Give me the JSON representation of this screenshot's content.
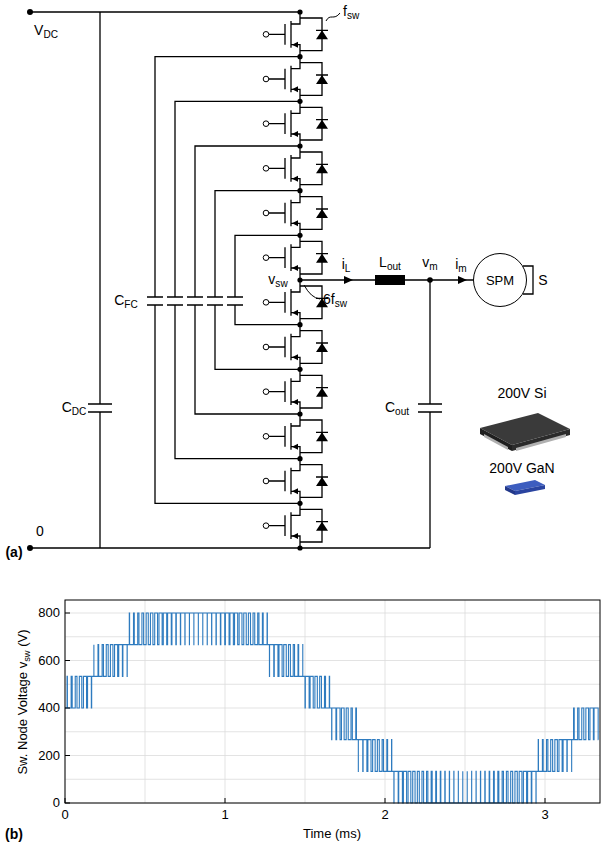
{
  "diagram": {
    "nodes": [
      {
        "text": [
          "SPM"
        ]
      }
    ],
    "labels": [
      "VDC",
      "fsw",
      "CDC",
      "CFC",
      "vsw",
      "6fsw",
      "iL",
      "Lout",
      "vm",
      "im",
      "S",
      "Cout",
      "200V Si",
      "200V GaN",
      "0",
      "(a)",
      "800",
      "600",
      "400",
      "200",
      "0",
      "Sw. Node Voltage vsw (V)",
      "0",
      "1",
      "2",
      "3",
      "Time (ms)",
      "(b)"
    ]
  }
}
